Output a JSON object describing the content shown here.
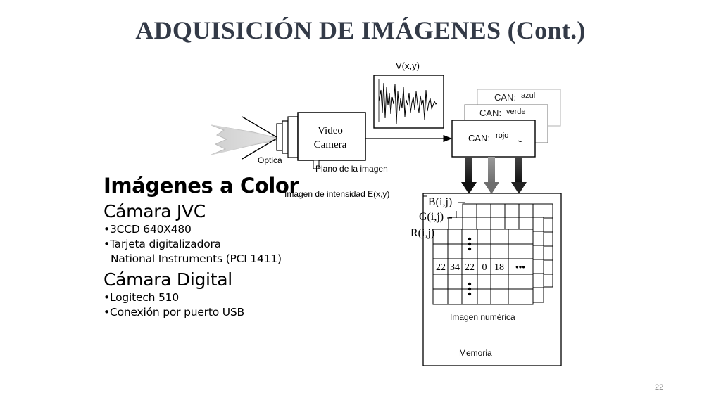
{
  "slide": {
    "title": "ADQUISICIÓN DE IMÁGENES (Cont.)",
    "page_number": "22"
  },
  "left": {
    "heading": "Imágenes a Color",
    "cam_jvc": "Cámara JVC",
    "bullet_ccd": "•3CCD 640X480",
    "bullet_tarjeta": "•Tarjeta digitalizadora",
    "bullet_ni": "National Instruments (PCI 1411)",
    "cam_digital": "Cámara Digital",
    "bullet_logitech": "•Logitech 510",
    "bullet_usb": "•Conexión por puerto USB"
  },
  "diagram": {
    "signal_label": "V(x,y)",
    "camera_label_1": "Video",
    "camera_label_2": "Camera",
    "optica_label": "Optica",
    "plano_label": "Plano de la imagen",
    "intensidad_label": "Imagen de intensidad E(x,y)",
    "can_prefix": "CAN:",
    "can_azul": "azul",
    "can_verde": "verde",
    "can_rojo": "rojo",
    "b_label": "B(i,j)",
    "g_label": "G(i,j)",
    "r_label": "R(i,j)",
    "pixel_values": [
      "22",
      "34",
      "22",
      "0",
      "18"
    ],
    "ellipsis": "•••",
    "numerica_label": "Imagen numérica",
    "memoria_label": "Memoria"
  }
}
